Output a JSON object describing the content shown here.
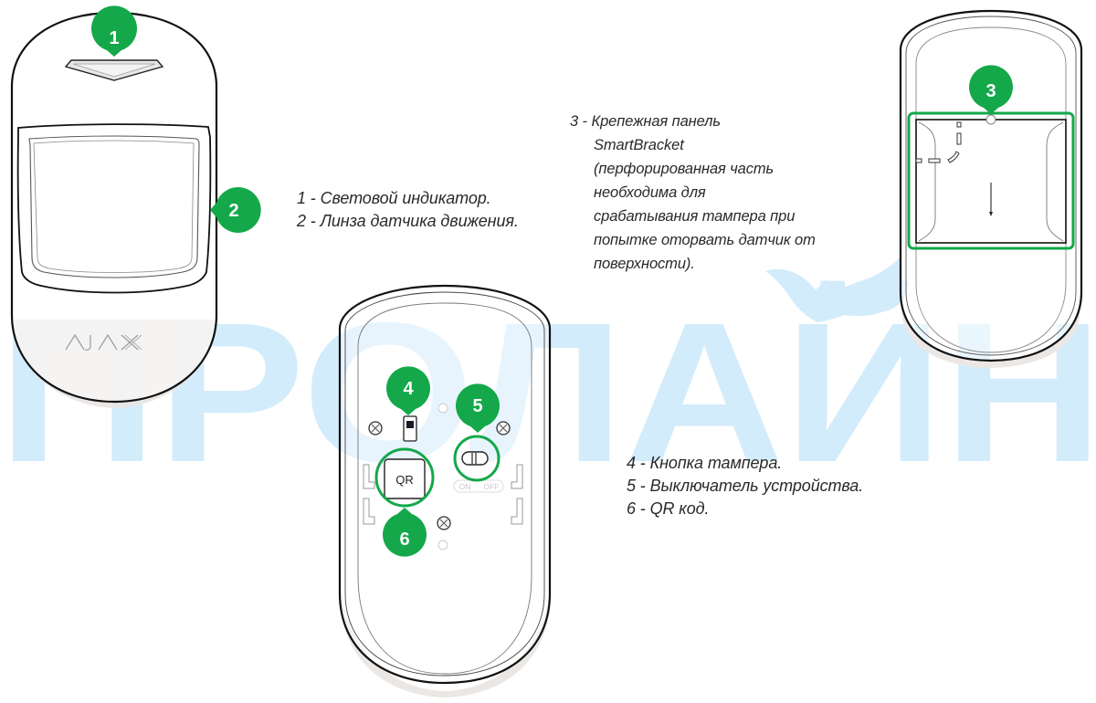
{
  "watermark": {
    "text": "ПРОЛАЙН",
    "color": "#d3ecfb"
  },
  "brand_logo": "AJAX",
  "accent_color": "#14a84a",
  "callouts": [
    {
      "number": "1",
      "target": "light-indicator"
    },
    {
      "number": "2",
      "target": "motion-sensor-lens"
    },
    {
      "number": "3",
      "target": "smartbracket-panel"
    },
    {
      "number": "4",
      "target": "tamper-button"
    },
    {
      "number": "5",
      "target": "power-switch"
    },
    {
      "number": "6",
      "target": "qr-code"
    }
  ],
  "captions": {
    "group_a": [
      "1 - Световой индикатор.",
      "2 - Линза датчика движения."
    ],
    "group_b": [
      "3 - Крепежная панель",
      "SmartBracket",
      "(перфорированная часть",
      "необходима для",
      "срабатывания тампера при",
      "попытке оторвать датчик от",
      "поверхности)."
    ],
    "group_c": [
      "4 - Кнопка тампера.",
      "5 - Выключатель устройства.",
      "6 - QR код."
    ]
  },
  "device_back": {
    "qr_label": "QR",
    "switch_on": "ON",
    "switch_off": "OFF"
  }
}
